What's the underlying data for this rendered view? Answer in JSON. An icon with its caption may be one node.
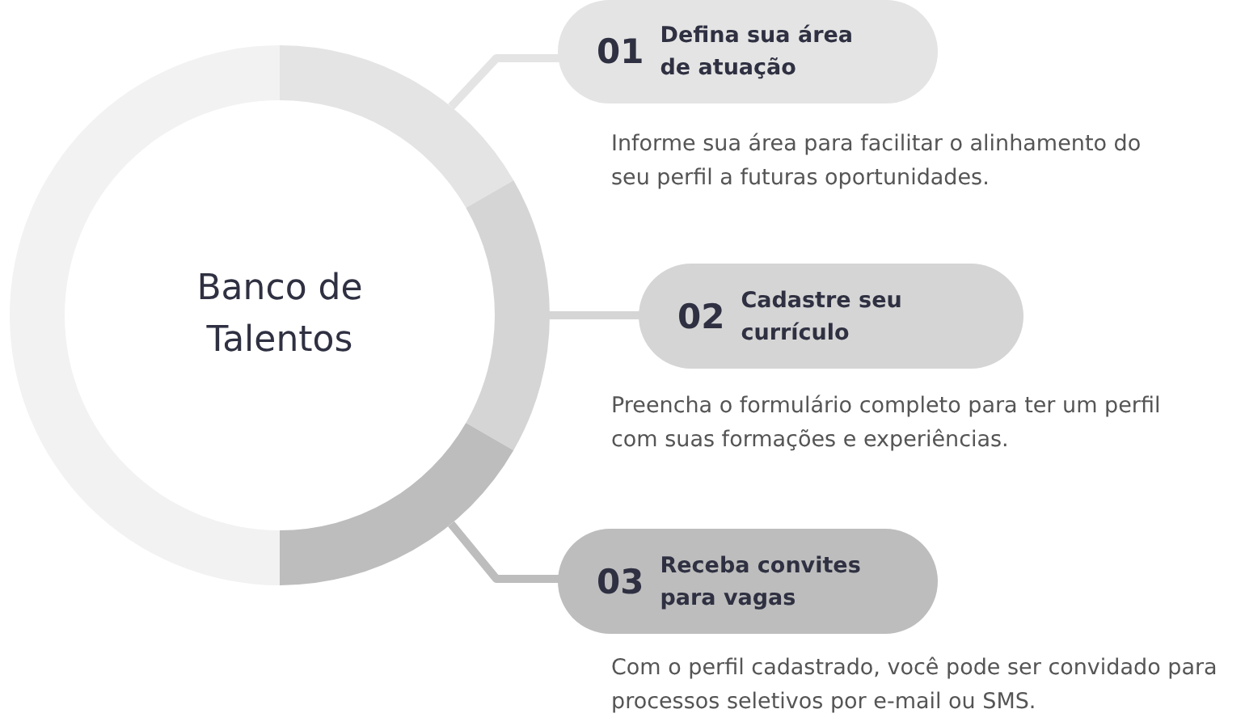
{
  "diagram": {
    "nodes": [
      {
        "text": [
          "Banco de Talentos"
        ]
      },
      {
        "text": [
          "01",
          "Defina sua área de atuação"
        ],
        "beside": [
          "Informe sua área para facilitar o alinhamento do seu perfil a futuras oportunidades."
        ]
      },
      {
        "text": [
          "02",
          "Cadastre seu currículo"
        ],
        "beside": [
          "Preencha o formulário completo para ter um perfil com suas formações e experiências."
        ]
      },
      {
        "text": [
          "03",
          "Receba convites para vagas"
        ],
        "beside": [
          "Com o perfil cadastrado, você pode ser convidado para processos seletivos por e-mail ou SMS."
        ]
      }
    ],
    "edges": [
      {
        "from": 0,
        "to": 1,
        "arrow": "none"
      },
      {
        "from": 0,
        "to": 2,
        "arrow": "none"
      },
      {
        "from": 0,
        "to": 3,
        "arrow": "none"
      }
    ]
  }
}
